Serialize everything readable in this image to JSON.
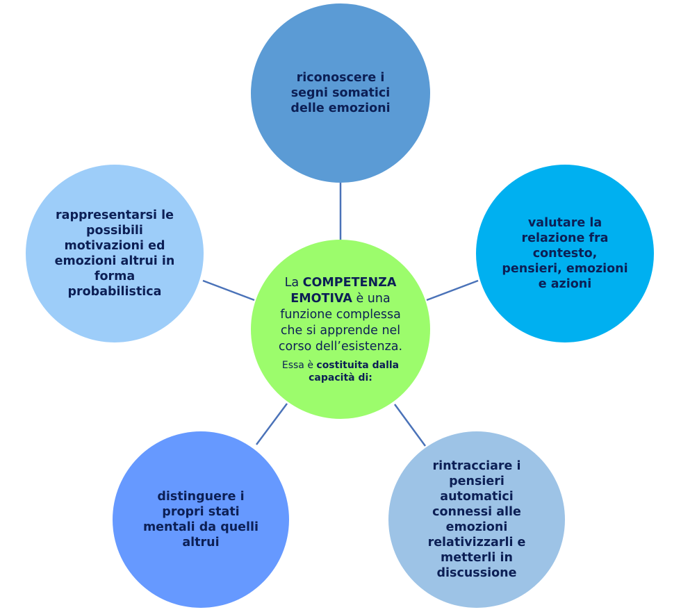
{
  "diagram": {
    "center": {
      "prefix": "La ",
      "highlight": "COMPETENZA EMOTIVA",
      "rest": " è una funzione complessa che si apprende nel corso dell’esistenza.",
      "sub_plain": "Essa è ",
      "sub_bold": "costituita dalla capacità di:"
    },
    "nodes": {
      "top": "riconoscere i\nsegni somatici\ndelle emozioni",
      "right": "valutare la\nrelazione fra\ncontesto,\npensieri, emozioni\ne azioni",
      "bottom_right": "rintracciare i\npensieri\nautomatici\nconnessi alle\nemozioni\nrelativizzarli e\nmetterli in\ndiscussione",
      "bottom_left": "distinguere i\npropri stati\nmentali da quelli\naltrui",
      "left": "rappresentarsi le\npossibili\nmotivazioni ed\nemozioni altrui in\nforma\nprobabilistica"
    },
    "colors": {
      "center": "#9cfc6c",
      "top": "#5b9bd5",
      "right": "#00b0f0",
      "bottom_right": "#9dc3e6",
      "bottom_left": "#6699ff",
      "left": "#9dcdf9",
      "connector": "#4a72b8",
      "text": "#0c1f55"
    }
  }
}
